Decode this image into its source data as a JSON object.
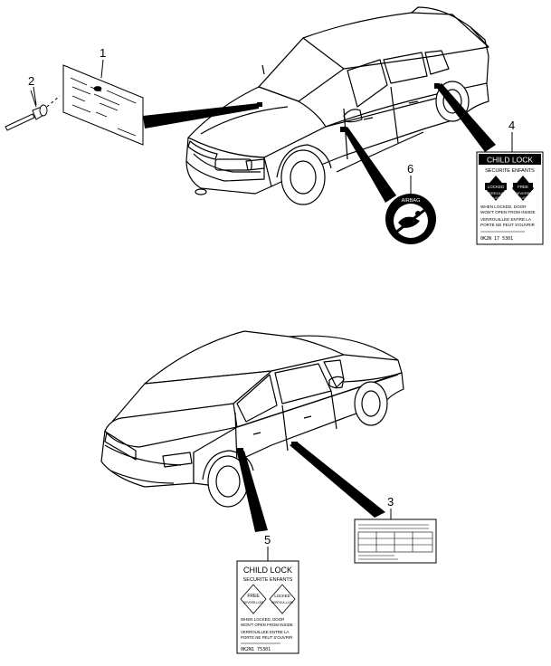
{
  "callouts": {
    "c1": "1",
    "c2": "2",
    "c3": "3",
    "c4": "4",
    "c5": "5",
    "c6": "6"
  },
  "label4": {
    "header": "CHILD LOCK",
    "subheader": "SECURITE ENFANTS",
    "left_tag": "LOCKED",
    "right_tag": "FREE",
    "left_sub1": "VERROUL-",
    "left_sub2": "LLEE",
    "right_sub1": "DEVERR-",
    "right_sub2": "LLEE",
    "line1": "WHEN LOCKED, DOOR",
    "line2": "WON'T OPEN FROM INSIDE",
    "line3": "VERROUILLEE ENTRE LA",
    "line4": "PORTE NE PEUT S'OUVRIR",
    "part_no": "0K2N 17 5301"
  },
  "label5": {
    "header": "CHILD LOCK",
    "subheader": "SECURITE ENFANTS",
    "left_tag": "FREE",
    "right_tag": "LOCKED",
    "left_sub": "DEVERR-LLEE",
    "right_sub": "VERROUL-LLEE",
    "line1": "WHEN LOCKED, DOOR",
    "line2": "WON'T OPEN FROM INSIDE",
    "line3": "VERROUILLEE ENTRE LA",
    "line4": "PORTE NE PEUT S'OUVRIR",
    "part_no": "0K2N1 75301"
  },
  "label6": {
    "text": "AIRBAG"
  }
}
